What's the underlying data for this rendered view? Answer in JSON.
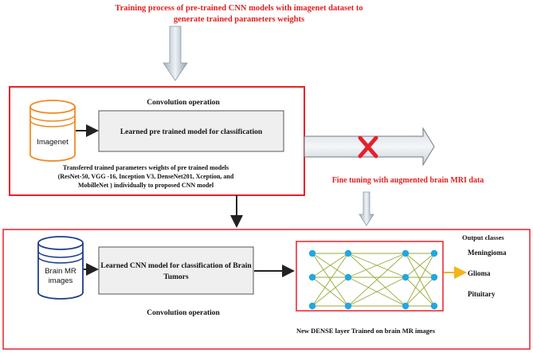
{
  "title": {
    "line1": "Training process of  pre-trained CNN models with imagenet dataset to",
    "line2": "generate trained parameters weights"
  },
  "top_box": {
    "heading": "Convolution operation",
    "dataset_label": "Imagenet",
    "model_label": "Learned pre trained model for classification",
    "transfer_text": [
      "Transfered trained parameters weights of pre trained models",
      "(ResNet-50, VGG -16, Inception V3,  DenseNet201, Xception, and",
      "MobilleNet ) individually to proposed CNN model"
    ]
  },
  "fine_tuning": "Fine tuning with augmented brain MRI data",
  "bottom_box": {
    "dataset_label_line1": "Brain MR",
    "dataset_label_line2": "images",
    "model_label_line1": "Learned CNN model for classification of Brain",
    "model_label_line2": "Tumors",
    "convolution_label": "Convolution operation",
    "dense_caption": "New DENSE layer Trained on brain MR images",
    "output_heading": "Output classes",
    "classes": [
      "Meningioma",
      "Glioma",
      "Pituitary"
    ]
  },
  "colors": {
    "red": "#e8202a",
    "red_text": "#e02020",
    "db_orange": "#f08a24",
    "db_blue": "#1f3f8a",
    "box_fill": "#efefef",
    "box_stroke": "#555555",
    "node": "#22a7e0",
    "edge": "#9aaa3c",
    "output_arrow": "#f2b418",
    "blocked_arrow_fill": "#cfd6dc",
    "cross": "#e5202a"
  }
}
